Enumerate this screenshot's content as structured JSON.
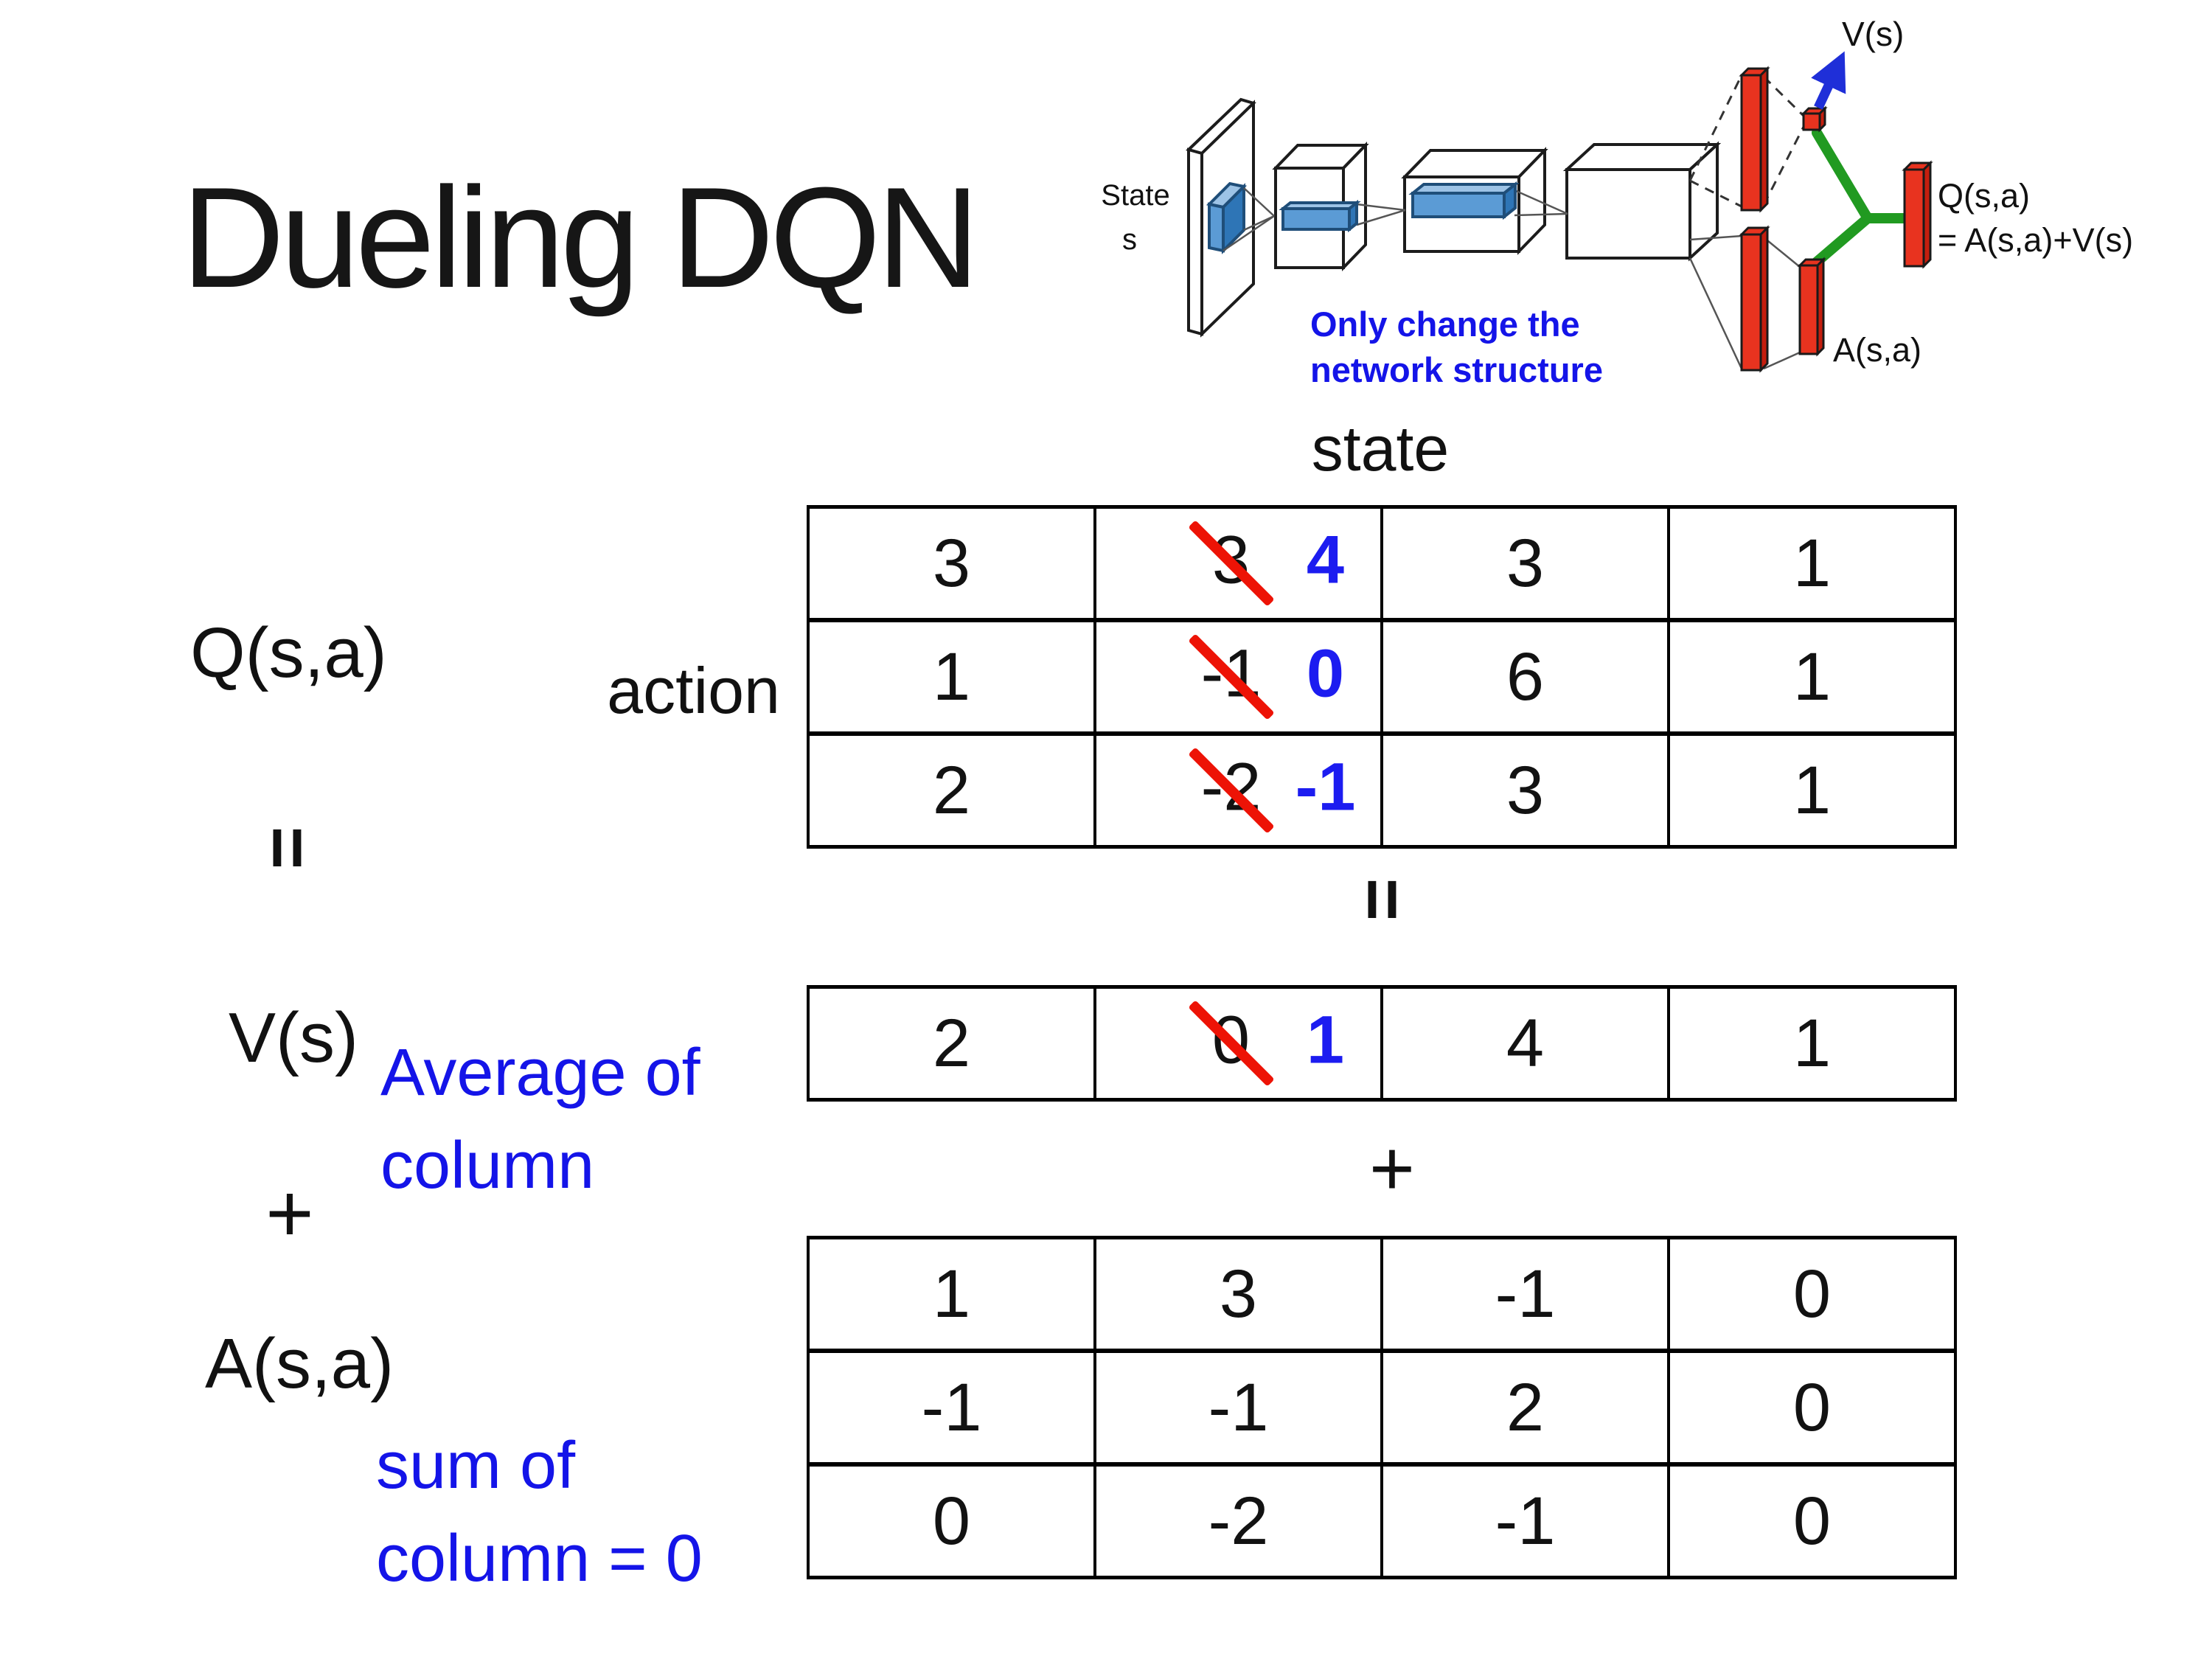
{
  "slide": {
    "title": "Dueling DQN",
    "state_axis_label": "state",
    "action_axis_label": "action",
    "q_function_label": "Q(s,a)",
    "v_function_label": "V(s)",
    "a_function_label": "A(s,a)",
    "equals_sign": "=",
    "plus_sign": "+",
    "average_note_line1": "Average of",
    "average_note_line2": "column",
    "sum_note_line1": "sum of",
    "sum_note_line2": "column = 0"
  },
  "q_table": {
    "rows": [
      [
        "3",
        {
          "crossed": "3",
          "replacement": "4"
        },
        "3",
        "1"
      ],
      [
        "1",
        {
          "crossed": "-1",
          "replacement": "0"
        },
        "6",
        "1"
      ],
      [
        "2",
        {
          "crossed": "-2",
          "replacement": "-1"
        },
        "3",
        "1"
      ]
    ]
  },
  "v_table": {
    "rows": [
      [
        "2",
        {
          "crossed": "0",
          "replacement": "1"
        },
        "4",
        "1"
      ]
    ]
  },
  "a_table": {
    "rows": [
      [
        "1",
        "3",
        "-1",
        "0"
      ],
      [
        "-1",
        "-1",
        "2",
        "0"
      ],
      [
        "0",
        "-2",
        "-1",
        "0"
      ]
    ]
  },
  "diagram": {
    "input_label_line1": "State",
    "input_label_line2": "s",
    "v_output_label": "V(s)",
    "a_output_label": "A(s,a)",
    "q_output_label": "Q(s,a)",
    "q_output_formula": "= A(s,a)+V(s)",
    "note_line1": "Only change the",
    "note_line2": "network structure"
  },
  "colors": {
    "replacement_value_blue": "#1c1cf0",
    "annotation_blue": "#1414e8",
    "strike_red": "#ed1306",
    "layer_red": "#e8331f",
    "connector_green": "#219a21",
    "arrow_blue": "#1f2fd8",
    "conv_feature_blue": "#5b9bd5"
  }
}
